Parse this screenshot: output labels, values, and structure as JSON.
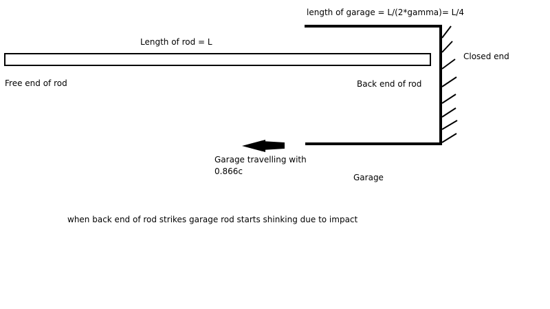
{
  "labels": {
    "garage_length": "length of garage = L/(2*gamma)= L/4",
    "rod_length": "Length of rod = L",
    "closed_end": "Closed end",
    "free_end": "Free end of rod",
    "back_end": "Back end of rod",
    "travel_line1": "Garage travelling with",
    "travel_line2": "0.866c",
    "garage": "Garage",
    "note": "when back end of rod strikes garage rod starts shinking due to impact"
  },
  "colors": {
    "ink": "#000000",
    "background": "#ffffff"
  },
  "icons": {
    "direction_arrow": "left-arrow-icon"
  }
}
